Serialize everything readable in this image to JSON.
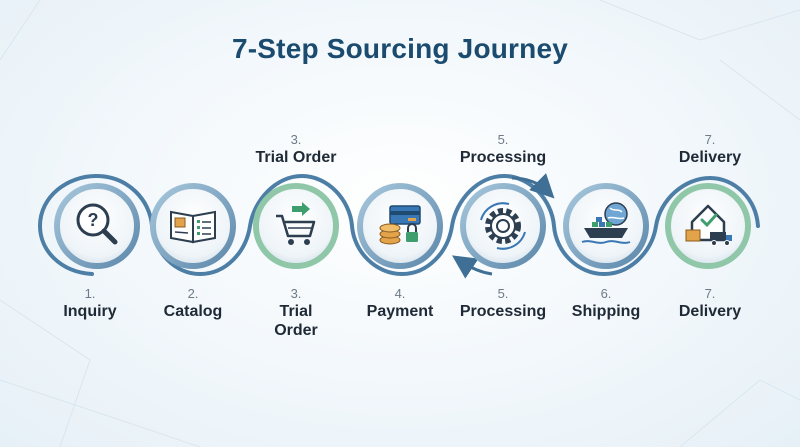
{
  "title": "7-Step Sourcing Journey",
  "colors": {
    "title": "#1b4b6e",
    "ring": "#3f6f95",
    "ring_light": "#8fb0c8",
    "icon_dark": "#2c3e50",
    "accent_orange": "#e2a34a",
    "accent_green": "#3f9e6e",
    "accent_blue": "#3a78b5"
  },
  "steps": [
    {
      "num": "1.",
      "label": "Inquiry",
      "icon": "magnifier-question-icon"
    },
    {
      "num": "2.",
      "label": "Catalog",
      "icon": "open-catalog-icon"
    },
    {
      "num": "3.",
      "label": "Trial Order",
      "icon": "shopping-cart-icon"
    },
    {
      "num": "4.",
      "label": "Payment",
      "icon": "coins-card-lock-icon"
    },
    {
      "num": "5.",
      "label": "Processing",
      "icon": "gear-cycle-icon"
    },
    {
      "num": "6.",
      "label": "Shipping",
      "icon": "cargo-ship-globe-icon"
    },
    {
      "num": "7.",
      "label": "Delivery",
      "icon": "house-truck-icon"
    }
  ],
  "top_labels": [
    {
      "num": "3.",
      "label": "Trial Order"
    },
    {
      "num": "5.",
      "label": "Processing"
    },
    {
      "num": "7.",
      "label": "Delivery"
    }
  ],
  "bottom_labels": [
    {
      "num": "1.",
      "label": "Inquiry"
    },
    {
      "num": "2.",
      "label": "Catalog"
    },
    {
      "num": "3.",
      "label": "Trial Order",
      "lines": [
        "Trial",
        "Order"
      ]
    },
    {
      "num": "4.",
      "label": "Payment"
    },
    {
      "num": "5.",
      "label": "Processing"
    },
    {
      "num": "6.",
      "label": "Shipping"
    },
    {
      "num": "7.",
      "label": "Delivery"
    }
  ]
}
